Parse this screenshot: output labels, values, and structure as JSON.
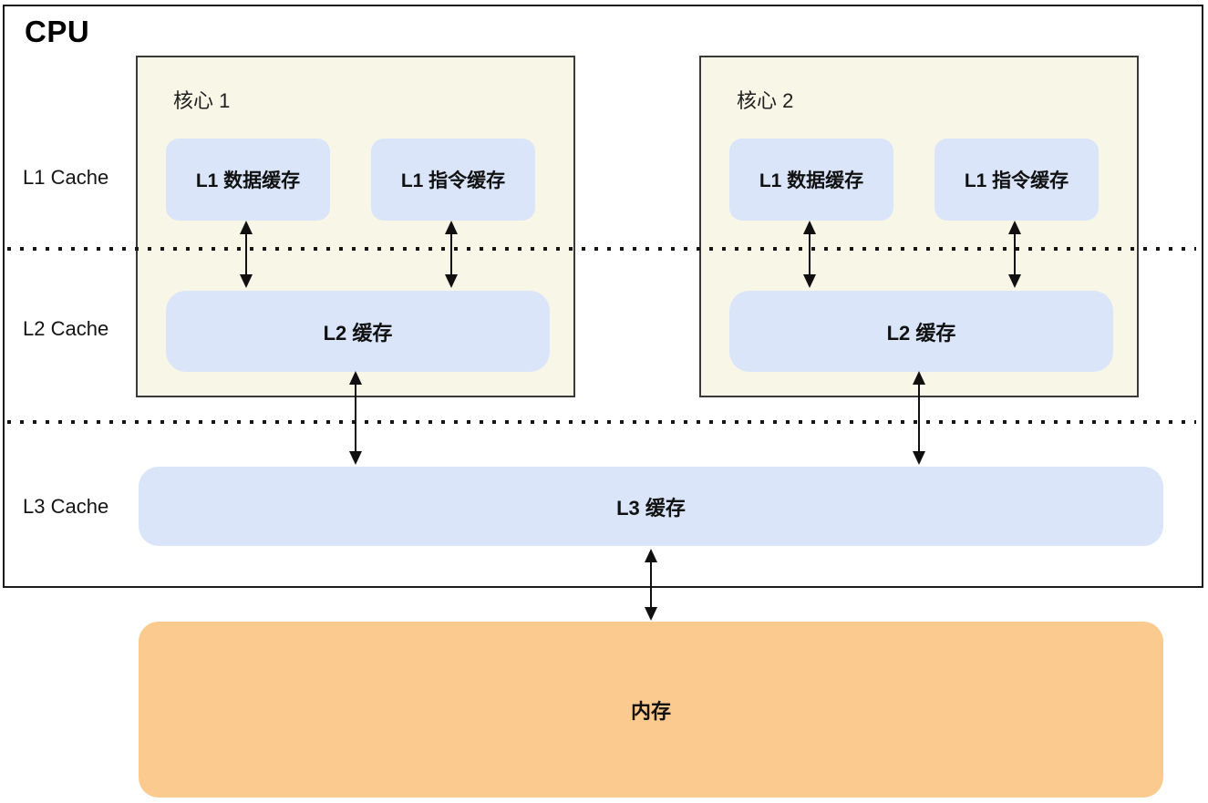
{
  "cpu": {
    "title": "CPU"
  },
  "side_labels": {
    "l1": "L1 Cache",
    "l2": "L2 Cache",
    "l3": "L3 Cache"
  },
  "cores": {
    "core1": {
      "title": "核心 1",
      "l1_data_label": "L1 数据缓存",
      "l1_instr_label": "L1 指令缓存",
      "l2_label": "L2 缓存"
    },
    "core2": {
      "title": "核心 2",
      "l1_data_label": "L1 数据缓存",
      "l1_instr_label": "L1 指令缓存",
      "l2_label": "L2 缓存"
    }
  },
  "l3_label": "L3 缓存",
  "memory_label": "内存",
  "colors": {
    "core_bg": "#F8F6E7",
    "cache_bg": "#DAE5FA",
    "memory_bg": "#FBCA8E",
    "border": "#1A1A1A",
    "core_border": "#3A3A3A",
    "text": "#141414"
  }
}
